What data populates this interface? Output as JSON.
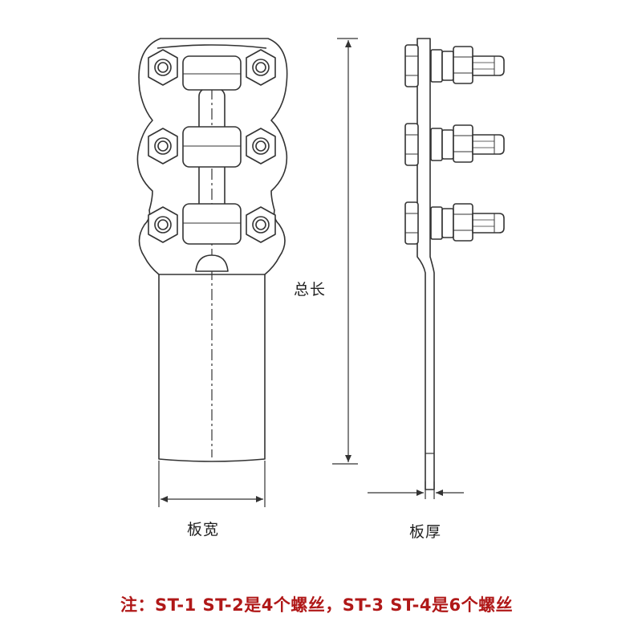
{
  "labels": {
    "plate_width": "板宽",
    "total_length": "总长",
    "plate_thickness": "板厚"
  },
  "note": "注：ST-1 ST-2是4个螺丝，ST-3 ST-4是6个螺丝",
  "colors": {
    "line": "#333333",
    "note": "#b01818"
  }
}
